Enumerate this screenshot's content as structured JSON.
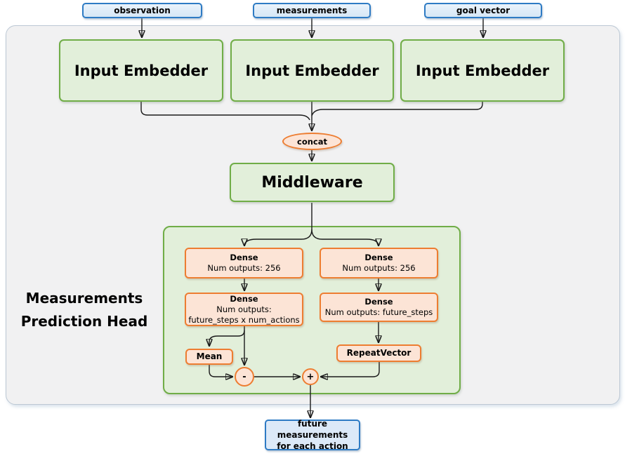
{
  "colors": {
    "blue_border": "#2e7bc4",
    "blue_fill": "#dbe9f7",
    "green_border": "#70ad47",
    "green_fill": "#e2efda",
    "orange_border": "#ed7d31",
    "orange_fill": "#fce4d6",
    "container_fill": "#f1f1f2",
    "arrow": "#1a1a1a"
  },
  "inputs": [
    {
      "label": "observation"
    },
    {
      "label": "measurements"
    },
    {
      "label": "goal vector"
    }
  ],
  "embedders": [
    {
      "label": "Input Embedder"
    },
    {
      "label": "Input Embedder"
    },
    {
      "label": "Input Embedder"
    }
  ],
  "concat": {
    "label": "concat"
  },
  "middleware": {
    "label": "Middleware"
  },
  "head": {
    "title": [
      "Measurements",
      "Prediction Head"
    ],
    "left": {
      "dense1": {
        "title": "Dense",
        "lines": [
          "Num outputs: 256"
        ]
      },
      "dense2": {
        "title": "Dense",
        "lines": [
          "Num outputs:",
          "future_steps x num_actions"
        ]
      },
      "mean": {
        "label": "Mean"
      },
      "minus": {
        "label": "-"
      }
    },
    "right": {
      "dense1": {
        "title": "Dense",
        "lines": [
          "Num outputs: 256"
        ]
      },
      "dense2": {
        "title": "Dense",
        "lines": [
          "Num outputs: future_steps"
        ]
      },
      "repeat": {
        "label": "RepeatVector"
      },
      "plus": {
        "label": "+"
      }
    }
  },
  "output": {
    "lines": [
      "future measurements",
      "for each action"
    ]
  }
}
